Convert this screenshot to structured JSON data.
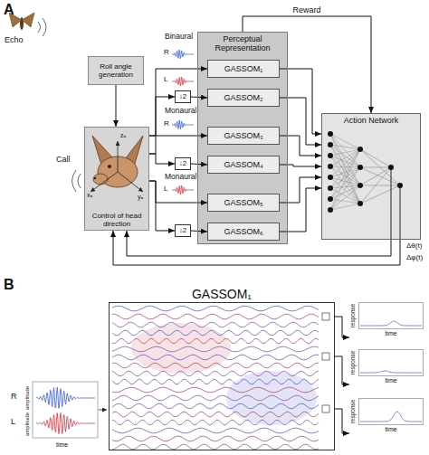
{
  "diagram": {
    "nodes": [
      {
        "text": [
          "Roll angle generation"
        ]
      },
      {
        "text": [
          "Control of head direction"
        ]
      },
      {
        "text": [
          "Perceptual Representation"
        ]
      },
      {
        "text": [
          "GASSOM₁"
        ],
        "in": 2
      },
      {
        "text": [
          "GASSOM₂"
        ],
        "in": 2
      },
      {
        "text": [
          "GASSOM₃"
        ],
        "in": 2
      },
      {
        "text": [
          "GASSOM₄"
        ],
        "in": 2
      },
      {
        "text": [
          "GASSOM₅"
        ],
        "in": 2
      },
      {
        "text": [
          "GASSOM₆"
        ],
        "in": 2
      },
      {
        "text": [
          "↓2"
        ]
      },
      {
        "text": [
          "↓2"
        ]
      },
      {
        "text": [
          "↓2"
        ]
      },
      {
        "text": [
          "Action Network"
        ]
      },
      {
        "text": [
          "GASSOM₁"
        ]
      },
      {
        "text": [
          "response",
          "time"
        ]
      },
      {
        "text": [
          "response",
          "time"
        ]
      },
      {
        "text": [
          "response",
          "time"
        ]
      }
    ],
    "edges": [
      {
        "from": 0,
        "to": 1,
        "arrow": "to"
      },
      {
        "from": 1,
        "to": 3,
        "arrow": "to"
      },
      {
        "from": 1,
        "to": 9,
        "arrow": "to"
      },
      {
        "from": 9,
        "to": 4,
        "arrow": "to"
      },
      {
        "from": 1,
        "to": 5,
        "arrow": "to"
      },
      {
        "from": 1,
        "to": 10,
        "arrow": "to"
      },
      {
        "from": 10,
        "to": 6,
        "arrow": "to"
      },
      {
        "from": 1,
        "to": 7,
        "arrow": "to"
      },
      {
        "from": 1,
        "to": 11,
        "arrow": "to"
      },
      {
        "from": 11,
        "to": 8,
        "arrow": "to"
      },
      {
        "from": 3,
        "to": 12,
        "arrow": "to"
      },
      {
        "from": 4,
        "to": 12,
        "arrow": "to"
      },
      {
        "from": 5,
        "to": 12,
        "arrow": "to"
      },
      {
        "from": 6,
        "to": 12,
        "arrow": "to"
      },
      {
        "from": 7,
        "to": 12,
        "arrow": "to"
      },
      {
        "from": 8,
        "to": 12,
        "arrow": "to"
      },
      {
        "from": 2,
        "to": 12,
        "arrow": "to",
        "label": "Reward"
      },
      {
        "from": 12,
        "to": 1,
        "arrow": "to"
      },
      {
        "from": 12,
        "to": 1,
        "arrow": "to"
      },
      {
        "from": 13,
        "to": 14,
        "arrow": "to"
      },
      {
        "from": 13,
        "to": 15,
        "arrow": "to"
      },
      {
        "from": 13,
        "to": 16,
        "arrow": "to"
      }
    ],
    "labels": [
      "A",
      "Echo",
      "Call",
      "Binaural",
      "R",
      "L",
      "Monaural",
      "R",
      "Monaural",
      "L",
      "Δθ(t)",
      "Δφ(t)",
      "zₐ",
      "xₐ",
      "yₐ",
      "B",
      "R",
      "L",
      "amplitude",
      "amplitude",
      "time"
    ]
  }
}
